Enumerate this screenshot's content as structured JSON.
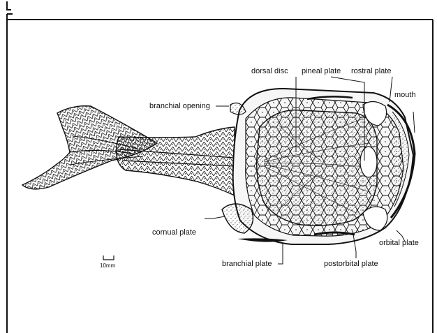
{
  "figure": {
    "labels": {
      "dorsal_disc": "dorsal disc",
      "pineal_plate": "pineal plate",
      "rostral_plate": "rostral plate",
      "mouth": "mouth",
      "branchial_opening": "branchial opening",
      "cornual_plate": "cornual plate",
      "orbital_plate": "orbital plate",
      "branchial_plate": "branchial plate",
      "postorbital_plate": "postorbital plate"
    },
    "scale_bar": "10mm"
  }
}
